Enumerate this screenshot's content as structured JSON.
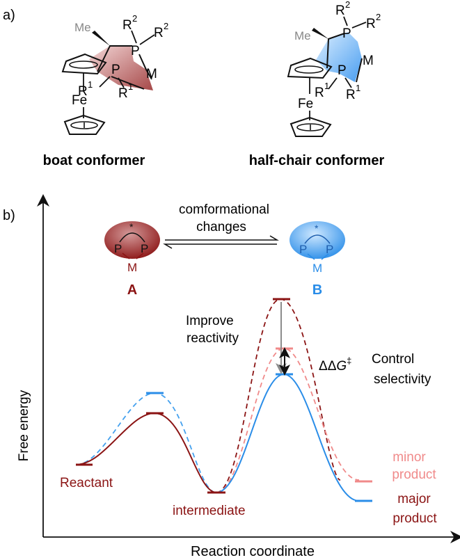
{
  "panel_a": {
    "label": "a)",
    "boat": {
      "caption": "boat conformer",
      "me": "Me",
      "p_top": "P",
      "p_bottom": "P",
      "metal": "M",
      "fe": "Fe",
      "r": "R",
      "sup1": "1",
      "sup2": "2"
    },
    "halfchair": {
      "caption": "half-chair conformer",
      "me": "Me",
      "p_top": "P",
      "p_bottom": "P",
      "metal": "M",
      "fe": "Fe",
      "r": "R",
      "sup1": "1",
      "sup2": "2"
    }
  },
  "panel_b": {
    "label": "b)",
    "equilibrium_line1": "comformational",
    "equilibrium_line2": "changes",
    "A": {
      "label": "A",
      "p": "P",
      "m": "M",
      "star": "*"
    },
    "B": {
      "label": "B",
      "p": "P",
      "m": "M",
      "star": "*"
    },
    "y_axis_label": "Free energy",
    "x_axis_label": "Reaction coordinate",
    "annotations": {
      "improve_1": "Improve",
      "improve_2": "reactivity",
      "ddg_delta": "ΔΔ",
      "ddg_g": "G",
      "ddg_dagger": "‡",
      "control_1": "Control",
      "control_2": "selectivity",
      "reactant": "Reactant",
      "intermediate": "intermediate",
      "minor_1": "minor",
      "minor_2": "product",
      "major_1": "major",
      "major_2": "product"
    }
  },
  "colors": {
    "dark_red": "#8b1414",
    "blue": "#2a8de8",
    "light_red": "#f08a8a",
    "light_blue": "#45a1ee",
    "gray": "#8c8c8c"
  }
}
